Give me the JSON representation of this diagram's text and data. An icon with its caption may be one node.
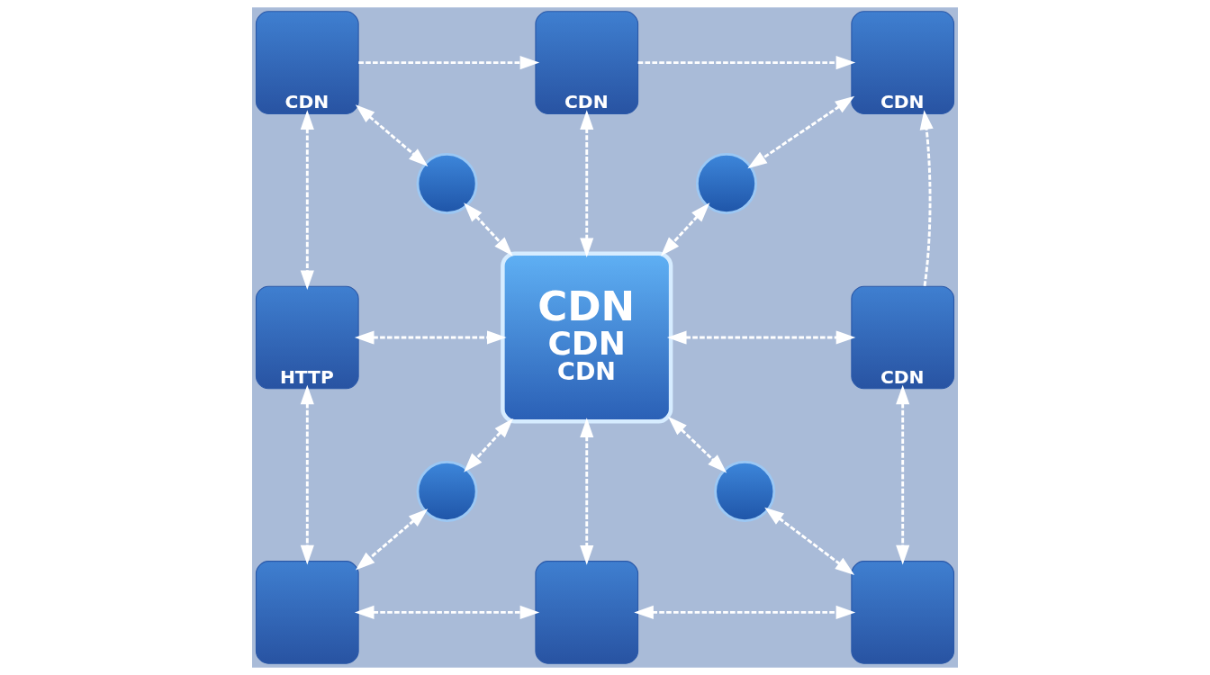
{
  "diagram": {
    "nodes": [
      {
        "text": [
          "CDN"
        ]
      },
      {
        "text": [
          "CDN"
        ]
      },
      {
        "text": [
          "CDN"
        ]
      },
      {
        "text": [],
        "shape": "circle"
      },
      {
        "text": [],
        "shape": "circle"
      },
      {
        "text": [
          "HTTP"
        ]
      },
      {
        "text": [
          "CDN",
          "CDN",
          "CDN"
        ]
      },
      {
        "text": [
          "CDN"
        ]
      },
      {
        "text": [],
        "shape": "circle"
      },
      {
        "text": [],
        "shape": "circle"
      },
      {
        "text": [],
        "shape": "box"
      },
      {
        "text": [],
        "shape": "box"
      },
      {
        "text": [],
        "shape": "box"
      }
    ],
    "edges": [
      {
        "from": 0,
        "to": 1,
        "arrow": "to",
        "style": "dashed"
      },
      {
        "from": 1,
        "to": 2,
        "arrow": "to",
        "style": "dashed"
      },
      {
        "from": 0,
        "to": 5,
        "arrow": "both",
        "style": "dashed"
      },
      {
        "from": 0,
        "to": 3,
        "arrow": "both",
        "style": "dashed"
      },
      {
        "from": 1,
        "to": 6,
        "arrow": "both",
        "style": "dashed"
      },
      {
        "from": 2,
        "to": 4,
        "arrow": "both",
        "style": "dashed"
      },
      {
        "from": 7,
        "to": 2,
        "arrow": "to",
        "style": "dashed"
      },
      {
        "from": 3,
        "to": 6,
        "arrow": "both",
        "style": "dashed"
      },
      {
        "from": 4,
        "to": 6,
        "arrow": "both",
        "style": "dashed"
      },
      {
        "from": 5,
        "to": 6,
        "arrow": "both",
        "style": "dashed"
      },
      {
        "from": 6,
        "to": 7,
        "arrow": "both",
        "style": "dashed"
      },
      {
        "from": 5,
        "to": 10,
        "arrow": "both",
        "style": "dashed"
      },
      {
        "from": 6,
        "to": 8,
        "arrow": "both",
        "style": "dashed"
      },
      {
        "from": 6,
        "to": 11,
        "arrow": "both",
        "style": "dashed"
      },
      {
        "from": 6,
        "to": 9,
        "arrow": "both",
        "style": "dashed"
      },
      {
        "from": 7,
        "to": 12,
        "arrow": "both",
        "style": "dashed"
      },
      {
        "from": 8,
        "to": 10,
        "arrow": "both",
        "style": "dashed"
      },
      {
        "from": 9,
        "to": 12,
        "arrow": "both",
        "style": "dashed"
      },
      {
        "from": 10,
        "to": 11,
        "arrow": "both",
        "style": "dashed"
      },
      {
        "from": 11,
        "to": 12,
        "arrow": "both",
        "style": "dashed"
      }
    ]
  }
}
